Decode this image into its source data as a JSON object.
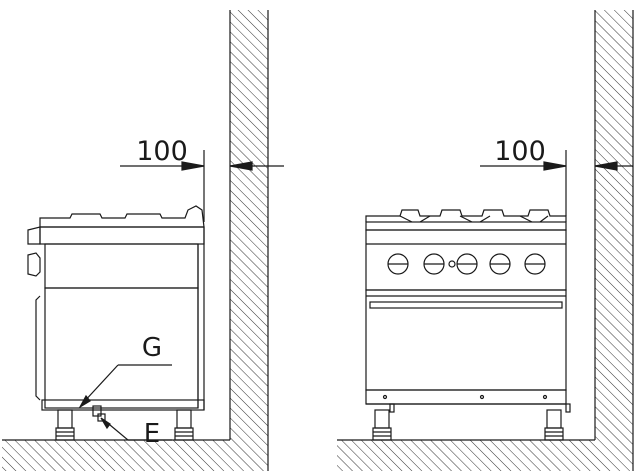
{
  "left_view": {
    "clearance_label": "100",
    "gas_connection_label": "G",
    "electrical_connection_label": "E"
  },
  "right_view": {
    "clearance_label": "100"
  },
  "colors": {
    "line": "#1a1a1a",
    "background": "#ffffff"
  }
}
